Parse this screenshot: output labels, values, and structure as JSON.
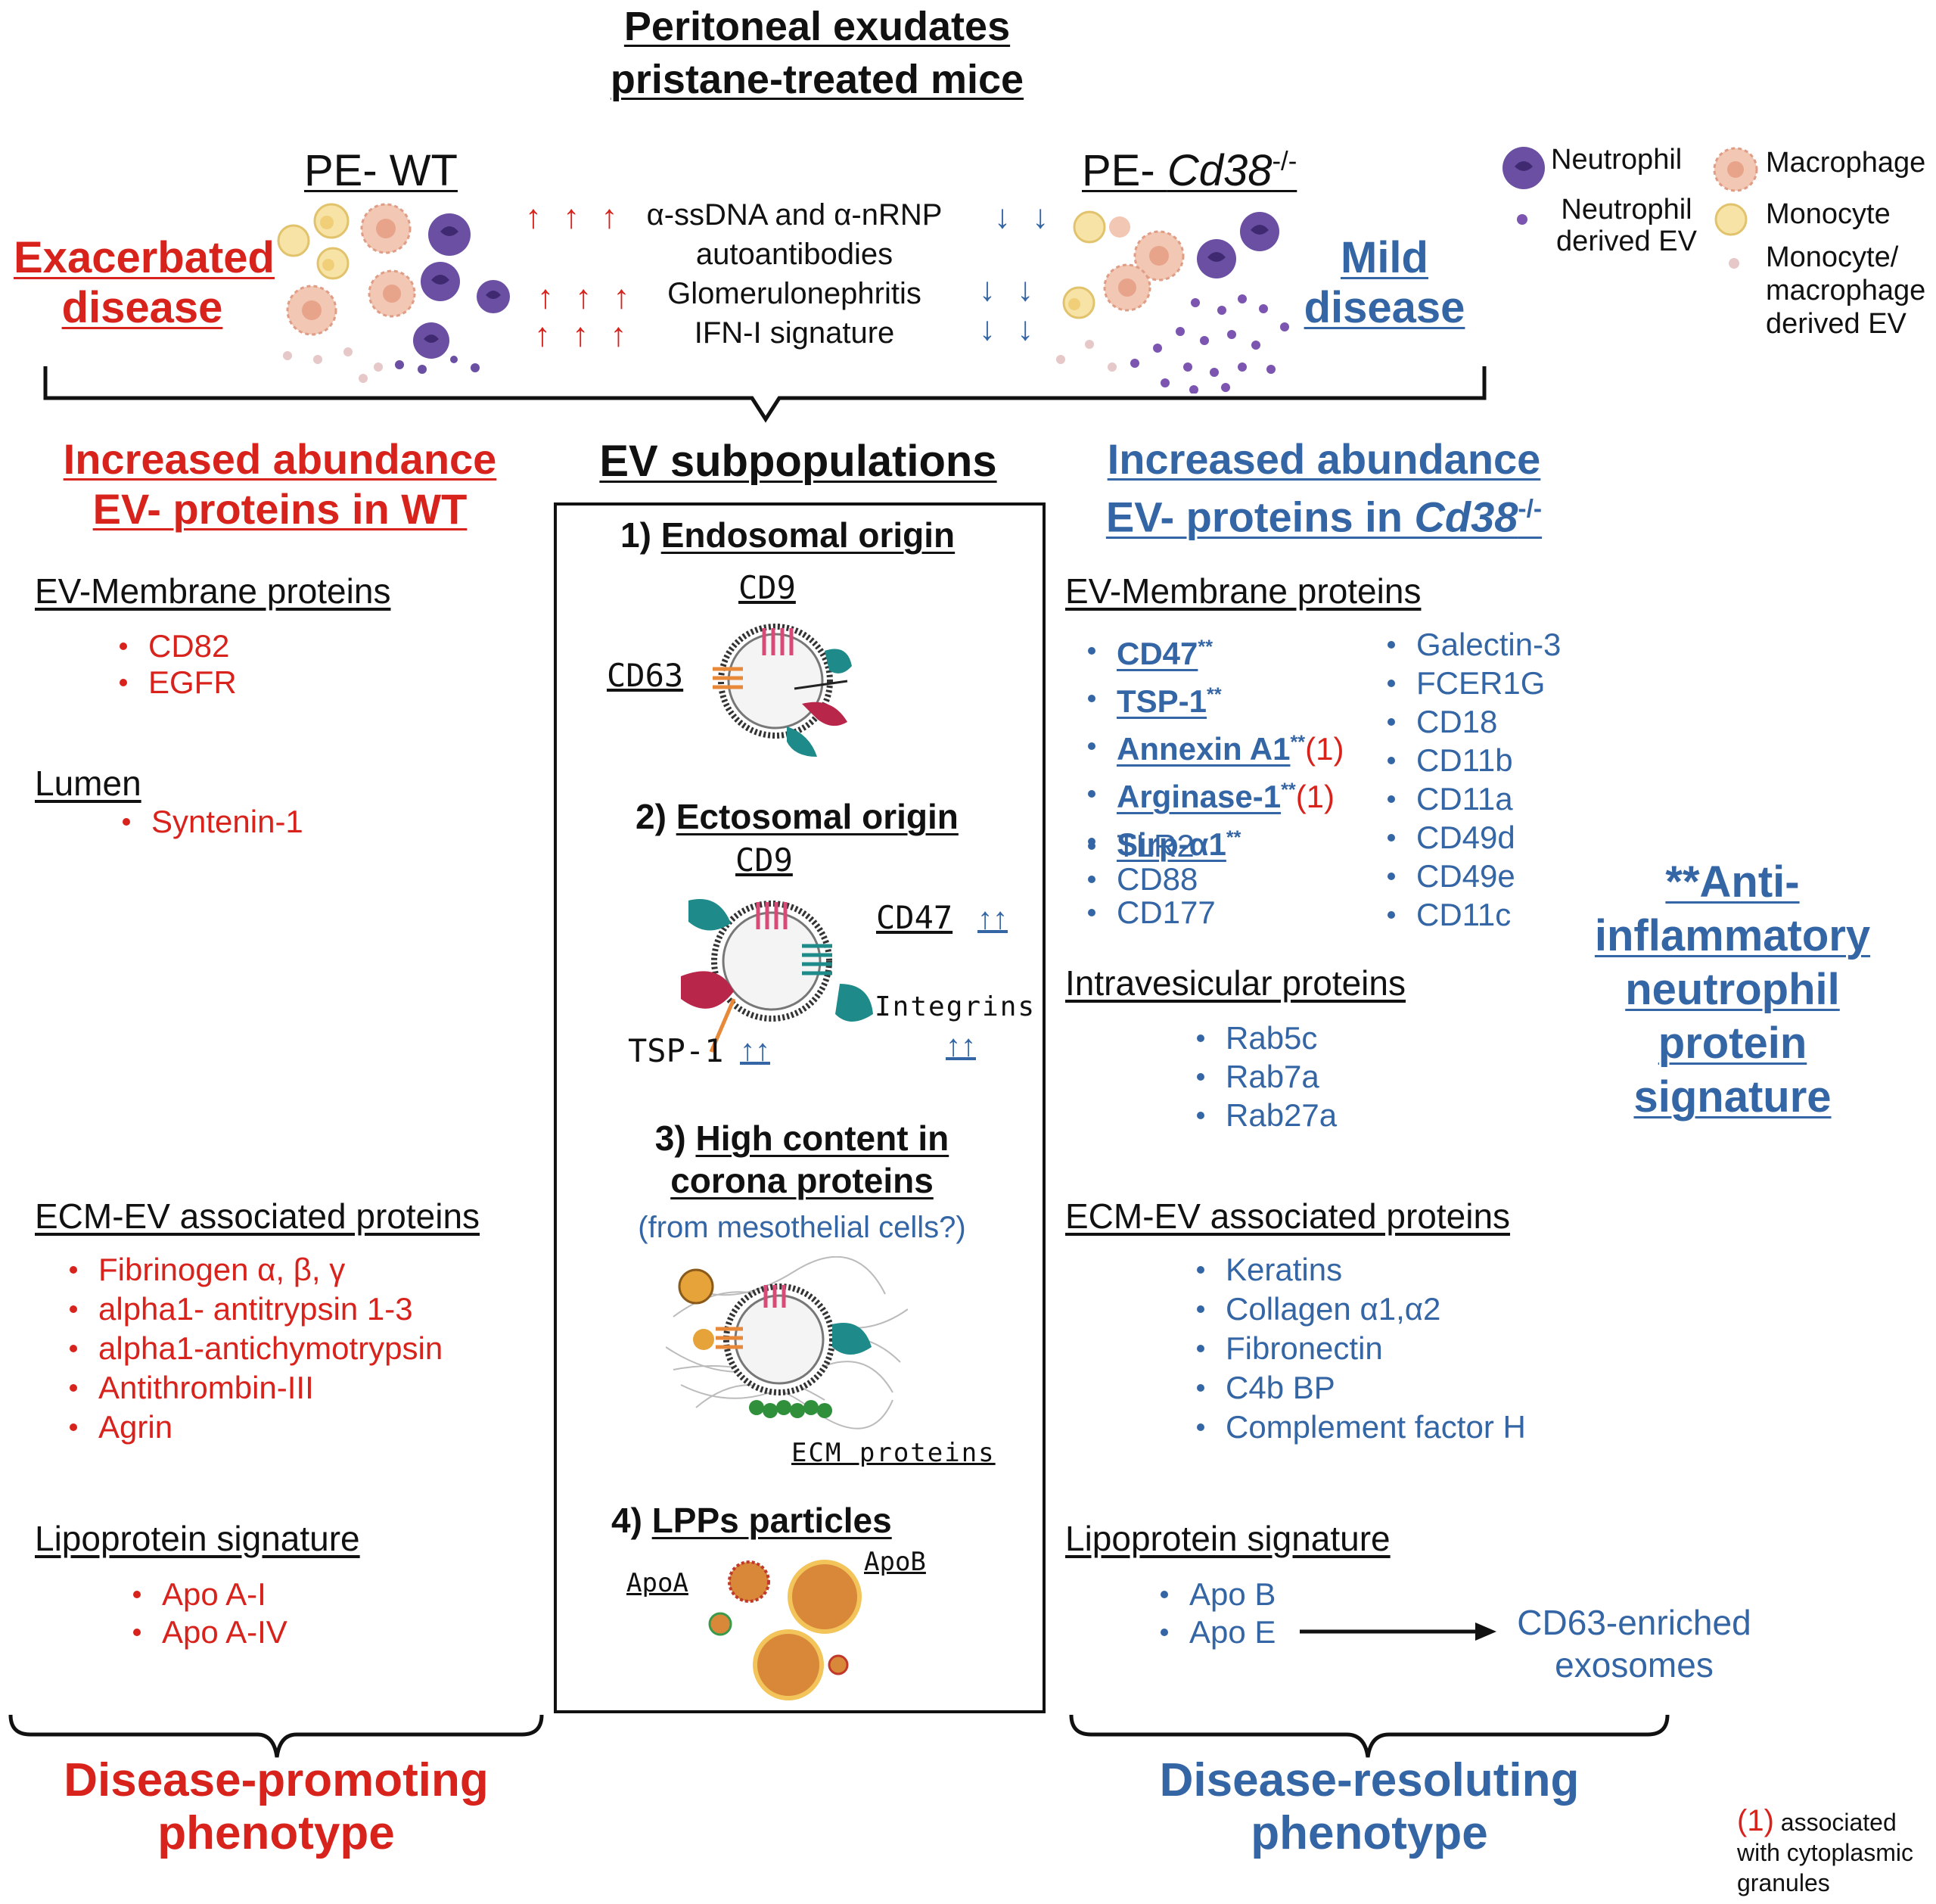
{
  "title": {
    "line1": "Peritoneal exudates",
    "line2": "pristane-treated mice"
  },
  "wt": {
    "label": "PE- WT",
    "disease": {
      "line1": "Exacerbated",
      "line2": "disease"
    }
  },
  "ko": {
    "label_prefix": "PE- ",
    "label_gene": "Cd38",
    "label_sup": "-/-",
    "disease": {
      "line1": "Mild",
      "line2": "disease"
    }
  },
  "middle_effects": {
    "arrows_up": "↑ ↑ ↑",
    "arrows_down": "↓ ↓",
    "line1": "α-ssDNA and α-nRNP",
    "line2": "autoantibodies",
    "line3": "Glomerulonephritis",
    "line4": "IFN-I  signature"
  },
  "legend": {
    "neutrophil": "Neutrophil",
    "neutrophil_ev": {
      "line1": "Neutrophil",
      "line2": "derived EV"
    },
    "macrophage": "Macrophage",
    "monocyte": "Monocyte",
    "mono_ev": {
      "line1": "Monocyte/",
      "line2": "macrophage",
      "line3": "derived EV"
    }
  },
  "left": {
    "header": {
      "line1": "Increased abundance",
      "line2": "EV- proteins  in WT"
    },
    "membrane": {
      "heading": "EV-Membrane proteins",
      "items": [
        "CD82",
        "EGFR"
      ]
    },
    "lumen": {
      "heading": "Lumen",
      "items": [
        "Syntenin-1"
      ]
    },
    "ecm": {
      "heading": "ECM-EV associated proteins",
      "items": [
        "Fibrinogen α, β, γ",
        "alpha1- antitrypsin 1-3",
        "alpha1-antichymotrypsin",
        "Antithrombin-III",
        "Agrin"
      ]
    },
    "lipo": {
      "heading": "Lipoprotein signature",
      "items": [
        "Apo A-I",
        "Apo A-IV"
      ]
    },
    "phenotype": {
      "line1": "Disease-promoting",
      "line2": "phenotype"
    }
  },
  "center": {
    "header": "EV subpopulations",
    "s1": {
      "num": "1) ",
      "title": "Endosomal origin",
      "cd9": "CD9",
      "cd63": "CD63"
    },
    "s2": {
      "num": "2) ",
      "title": "Ectosomal origin",
      "cd9": "CD9",
      "cd47": "CD47",
      "integrins": "Integrins",
      "tsp1": "TSP-1",
      "arrows": "↑↑"
    },
    "s3": {
      "num": "3) ",
      "title_line1": "High content in",
      "title_line2": "corona proteins",
      "note": "(from mesothelial cells?)",
      "ecm": "ECM proteins"
    },
    "s4": {
      "num": "4) ",
      "title": "LPPs particles",
      "apoa": "ApoA",
      "apob": "ApoB"
    }
  },
  "right": {
    "header": {
      "line1": "Increased abundance",
      "line2_prefix": "EV- proteins in ",
      "line2_gene": "Cd38",
      "line2_sup": "-/-"
    },
    "membrane": {
      "heading": "EV-Membrane proteins",
      "col1_bold": [
        {
          "name": "CD47",
          "sup": "**",
          "mark": ""
        },
        {
          "name": "TSP-1",
          "sup": "**",
          "mark": ""
        },
        {
          "name": "Annexin A1",
          "sup": "**",
          "mark": "(1)"
        },
        {
          "name": "Arginase-1",
          "sup": "**",
          "mark": "(1)"
        },
        {
          "name": "Sirp-α1",
          "sup": "**",
          "mark": ""
        }
      ],
      "col1_plain": [
        "TLR2",
        "CD88",
        "CD177"
      ],
      "col2": [
        "Galectin-3",
        "FCER1G",
        "CD18",
        "CD11b",
        "CD11a",
        "CD49d",
        "CD49e",
        "CD11c"
      ]
    },
    "intra": {
      "heading": "Intravesicular proteins",
      "items": [
        "Rab5c",
        "Rab7a",
        "Rab27a"
      ]
    },
    "ecm": {
      "heading": "ECM-EV associated proteins",
      "items": [
        "Keratins",
        "Collagen α1,α2",
        "Fibronectin",
        "C4b BP",
        "Complement factor H"
      ]
    },
    "lipo": {
      "heading": "Lipoprotein signature",
      "items": [
        "Apo B",
        "Apo E"
      ]
    },
    "exosomes": {
      "line1": "CD63-enriched",
      "line2": "exosomes"
    },
    "signature": {
      "line1": "**Anti-",
      "line2": "inflammatory",
      "line3": "neutrophil",
      "line4": "protein",
      "line5": "signature"
    },
    "phenotype": {
      "line1": "Disease-resoluting",
      "line2": "phenotype"
    }
  },
  "footnote": {
    "mark": "(1)",
    "line1": " associated",
    "line2": "with cytoplasmic",
    "line3": "granules"
  },
  "colors": {
    "red": "#d8231d",
    "blue": "#3465a4",
    "neutrophil": "#6a4fa3",
    "macrophage": "#f2c7b4",
    "monocyte": "#f7e3a6"
  }
}
